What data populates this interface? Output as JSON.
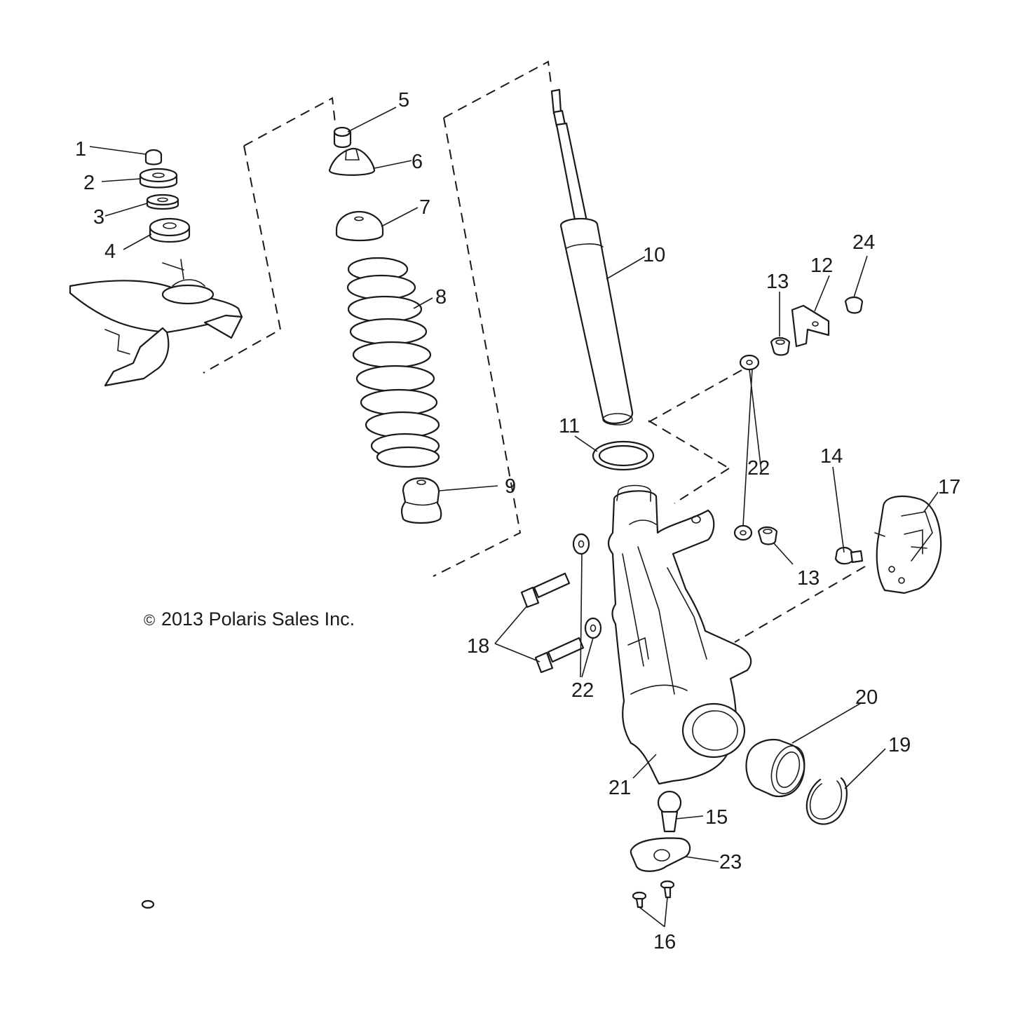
{
  "copyright": {
    "symbol": "©",
    "text": "2013 Polaris Sales Inc."
  },
  "callouts": {
    "c1": "1",
    "c2": "2",
    "c3": "3",
    "c4": "4",
    "c5": "5",
    "c6": "6",
    "c7": "7",
    "c8": "8",
    "c9": "9",
    "c10": "10",
    "c11": "11",
    "c12": "12",
    "c13a": "13",
    "c13b": "13",
    "c14": "14",
    "c15": "15",
    "c16": "16",
    "c17": "17",
    "c18": "18",
    "c19": "19",
    "c20": "20",
    "c21": "21",
    "c22a": "22",
    "c22b": "22",
    "c23": "23",
    "c24": "24"
  }
}
